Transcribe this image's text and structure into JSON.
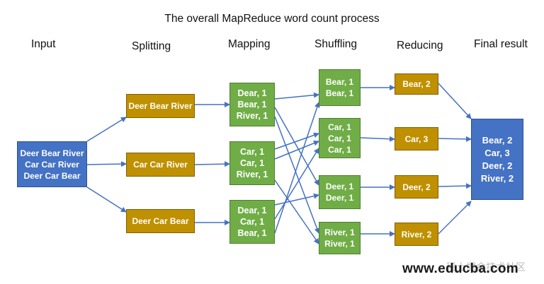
{
  "title": "The overall MapReduce word count process",
  "columns": {
    "input": "Input",
    "splitting": "Splitting",
    "mapping": "Mapping",
    "shuffling": "Shuffling",
    "reducing": "Reducing",
    "final": "Final result"
  },
  "input": [
    "Deer Bear River",
    "Car Car River",
    "Deer Car Bear"
  ],
  "splits": [
    "Deer Bear River",
    "Car Car River",
    "Deer Car Bear"
  ],
  "maps": [
    [
      "Dear, 1",
      "Bear, 1",
      "River, 1"
    ],
    [
      "Car, 1",
      "Car, 1",
      "River, 1"
    ],
    [
      "Dear, 1",
      "Car, 1",
      "Bear, 1"
    ]
  ],
  "shuffles": [
    [
      "Bear, 1",
      "Bear, 1"
    ],
    [
      "Car, 1",
      "Car, 1",
      "Car, 1"
    ],
    [
      "Deer, 1",
      "Deer, 1"
    ],
    [
      "River, 1",
      "River, 1"
    ]
  ],
  "reduces": [
    "Bear, 2",
    "Car, 3",
    "Deer, 2",
    "River, 2"
  ],
  "final": [
    "Bear, 2",
    "Car, 3",
    "Deer, 2",
    "River, 2"
  ],
  "watermark": "www.educba.com",
  "watermark_cn": "稀土掘金技术社区",
  "colors": {
    "blue": "#4472c4",
    "gold": "#bf9000",
    "green": "#70ad47",
    "arrow": "#4472c4"
  }
}
